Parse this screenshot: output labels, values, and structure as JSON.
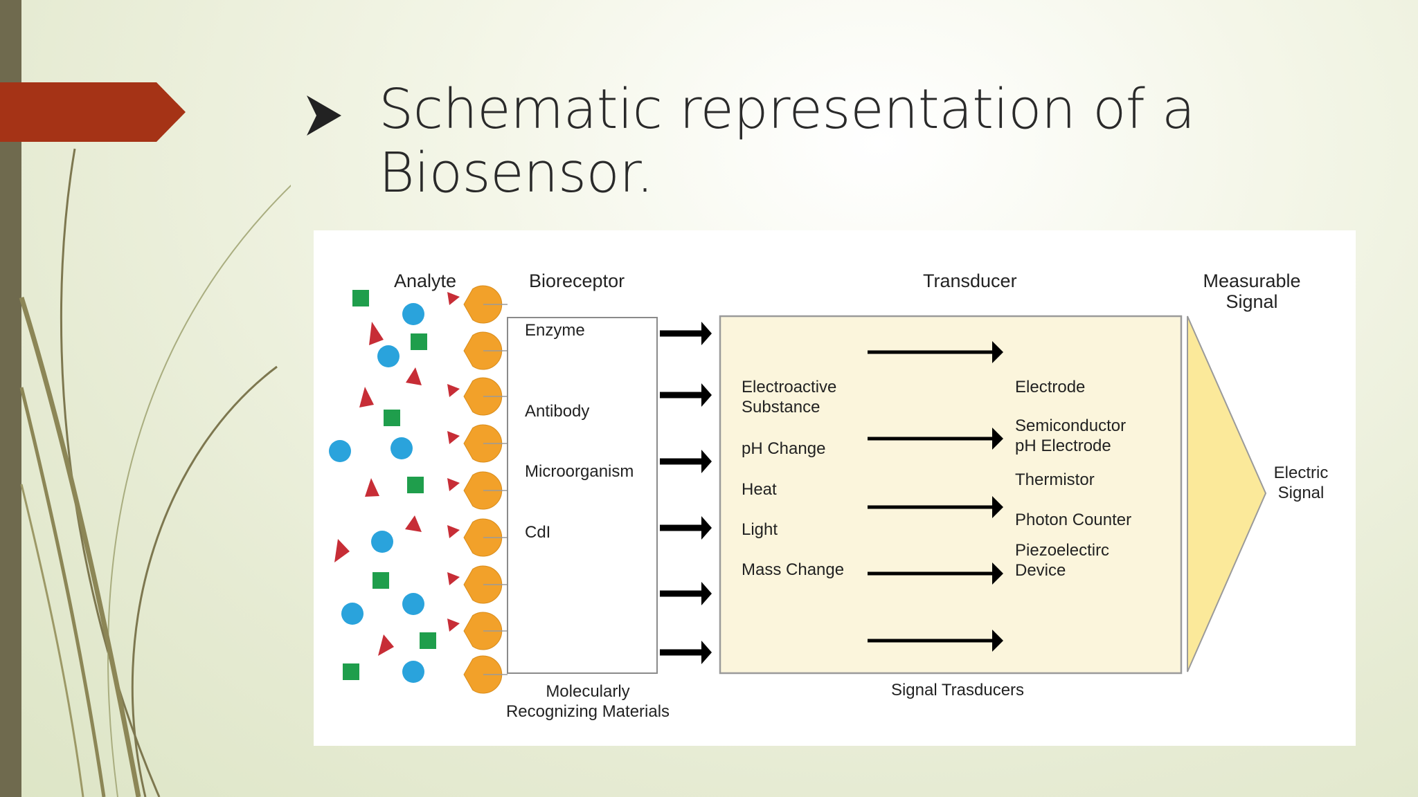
{
  "slide": {
    "title": "Schematic representation of a Biosensor.",
    "bullet_icon": "arrowhead-bullet"
  },
  "diagram": {
    "headers": {
      "analyte": "Analyte",
      "bioreceptor": "Bioreceptor",
      "transducer": "Transducer",
      "measurable_signal": "Measurable Signal"
    },
    "bioreceptor_items": [
      "Enzyme",
      "Antibody",
      "Microorganism",
      "CdI"
    ],
    "bioreceptor_caption": "Molecularly Recognizing Materials",
    "transducer_inputs": [
      "Electroactive Substance",
      "pH Change",
      "Heat",
      "Light",
      "Mass Change"
    ],
    "transducer_outputs": [
      "Electrode",
      "Semiconductor pH Electrode",
      "Thermistor",
      "Photon Counter",
      "Piezoelectirc Device"
    ],
    "transducer_caption": "Signal Trasducers",
    "signal_label": "Electric Signal",
    "colors": {
      "analyte_square": "#1f9e4c",
      "analyte_circle": "#2aa3dc",
      "analyte_wedge": "#c72d36",
      "receptor": "#f2a12a",
      "transducer_fill": "#fbf5dc",
      "signal_fill": "#fbe99a",
      "title_marker": "#a53316",
      "side_bar": "#6f6a4e"
    }
  }
}
